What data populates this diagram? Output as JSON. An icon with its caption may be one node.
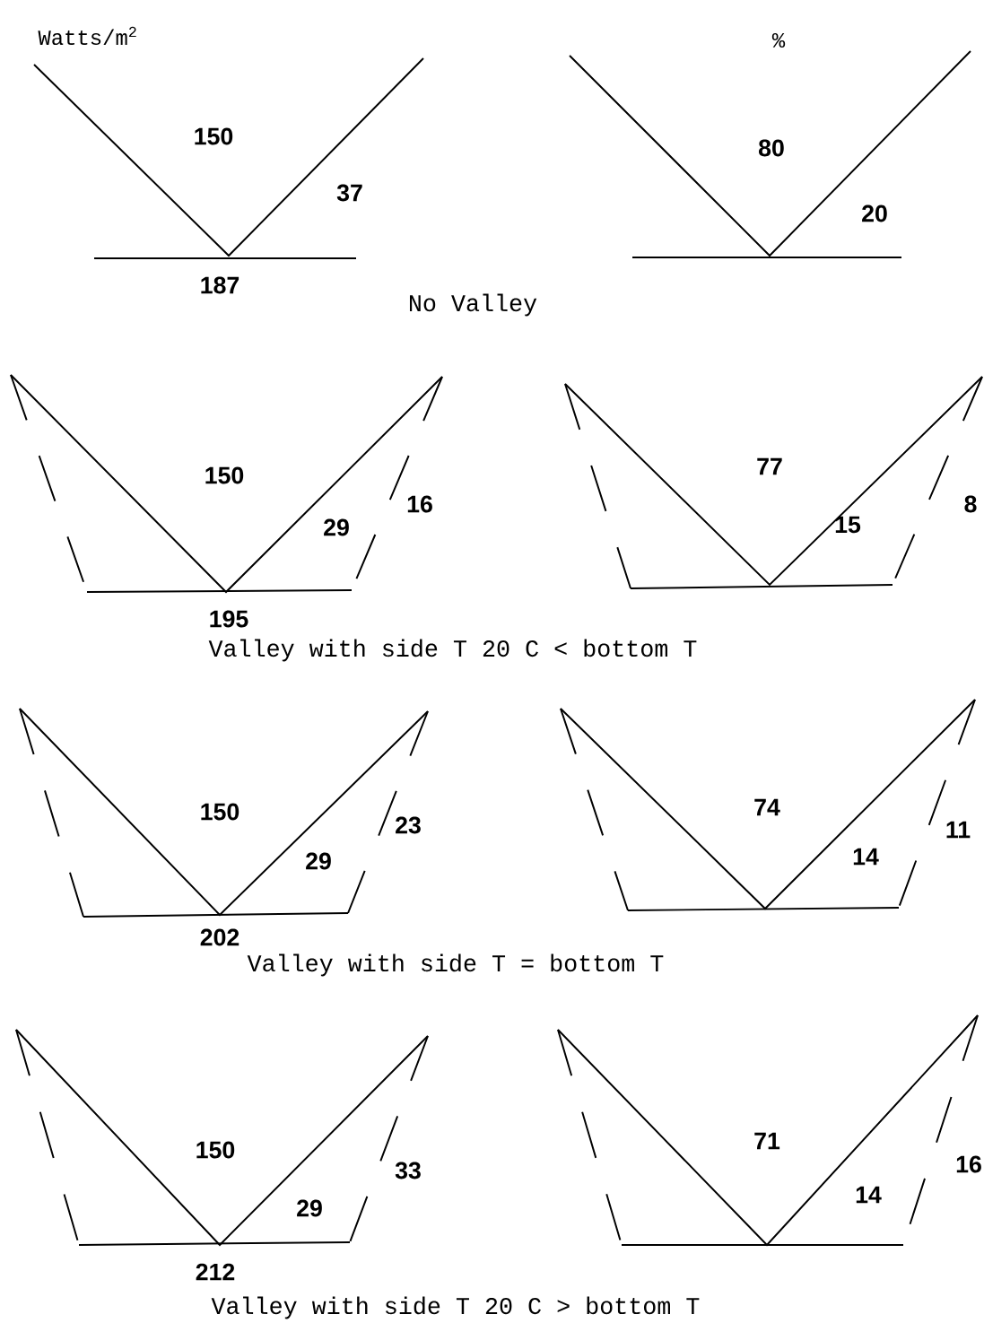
{
  "diagram": {
    "labels": [
      "Watts/m$^{2}$",
      "%",
      "150",
      "37",
      "187",
      "80",
      "20",
      "No Valley",
      "150",
      "29",
      "16",
      "195",
      "77",
      "15",
      "8",
      "Valley with side T 20 C < bottom T",
      "150",
      "29",
      "23",
      "202",
      "74",
      "14",
      "11",
      "Valley with side T = bottom T",
      "150",
      "29",
      "33",
      "212",
      "71",
      "14",
      "16",
      "Valley with side T 20 C > bottom T"
    ]
  }
}
